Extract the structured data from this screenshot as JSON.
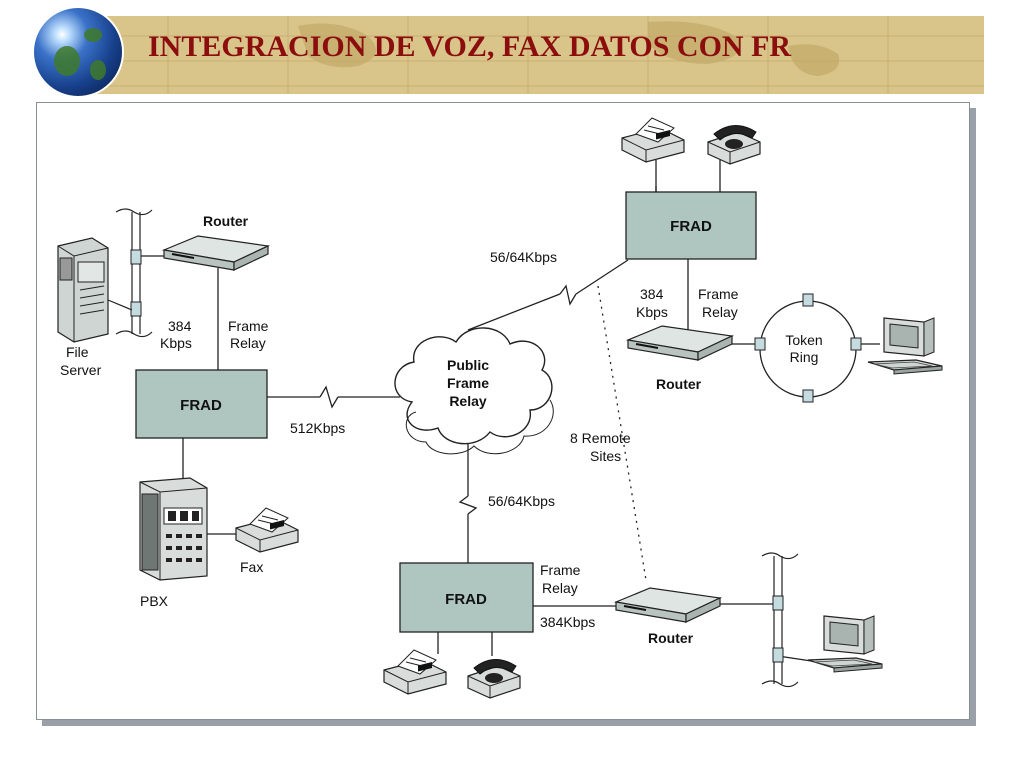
{
  "title": "INTEGRACION DE VOZ, FAX DATOS CON FR",
  "diagram": {
    "frad_label": "FRAD",
    "router_label": "Router",
    "cloud": [
      "Public",
      "Frame",
      "Relay"
    ],
    "file_server": [
      "File",
      "Server"
    ],
    "pbx": "PBX",
    "fax": "Fax",
    "token_ring": [
      "Token",
      "Ring"
    ],
    "remote_sites": [
      "8 Remote",
      "Sites"
    ],
    "frame_relay": [
      "Frame",
      "Relay"
    ],
    "speed_384": [
      "384",
      "Kbps"
    ],
    "speed_512": "512Kbps",
    "speed_56_64": "56/64Kbps",
    "speed_384_inline": "384Kbps"
  },
  "colors": {
    "title": "#8b0d0d",
    "title_bg": "#d9c48a",
    "frad_fill": "#aec6bf",
    "device_fill": "#c9d2cf"
  }
}
